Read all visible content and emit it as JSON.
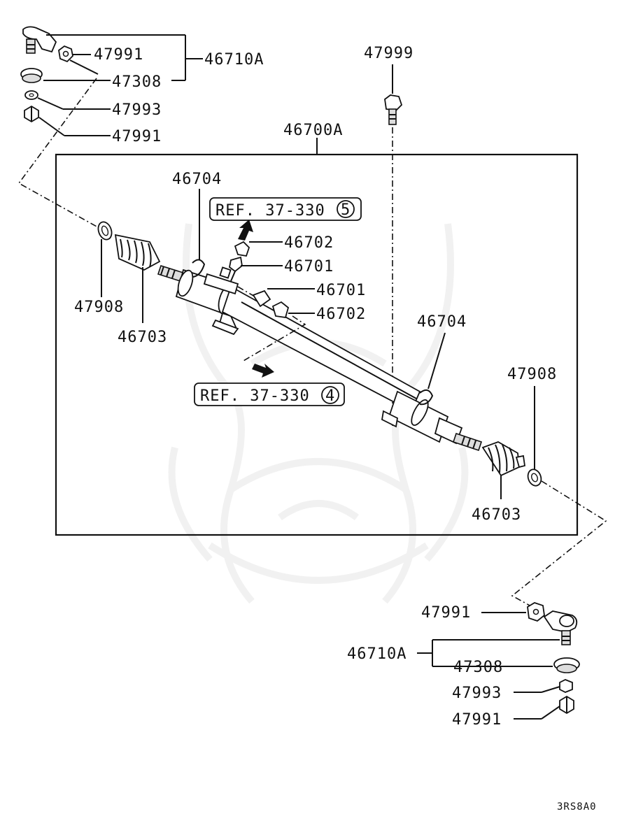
{
  "diagram_code": "3RS8A0",
  "assembly": {
    "outer": "46700A"
  },
  "top_left": {
    "tie_rod_end": "46710A",
    "nut_a": "47991",
    "boot": "47308",
    "washer": "47993",
    "nut_b": "47991"
  },
  "bottom_right": {
    "nut_a": "47991",
    "tie_rod_end": "46710A",
    "boot": "47308",
    "washer": "47993",
    "nut_b": "47991"
  },
  "bolt_top": "47999",
  "left_side": {
    "band": "46704",
    "clip": "47908",
    "bellows": "46703"
  },
  "right_side": {
    "band": "46704",
    "clip": "47908",
    "bellows": "46703"
  },
  "fittings": {
    "upper_nut": "46702",
    "upper_union": "46701",
    "lower_union": "46701",
    "lower_nut": "46702"
  },
  "references": {
    "ref_upper": {
      "text": "REF. 37-330",
      "circle": "5"
    },
    "ref_lower": {
      "text": "REF. 37-330",
      "circle": "4"
    }
  }
}
